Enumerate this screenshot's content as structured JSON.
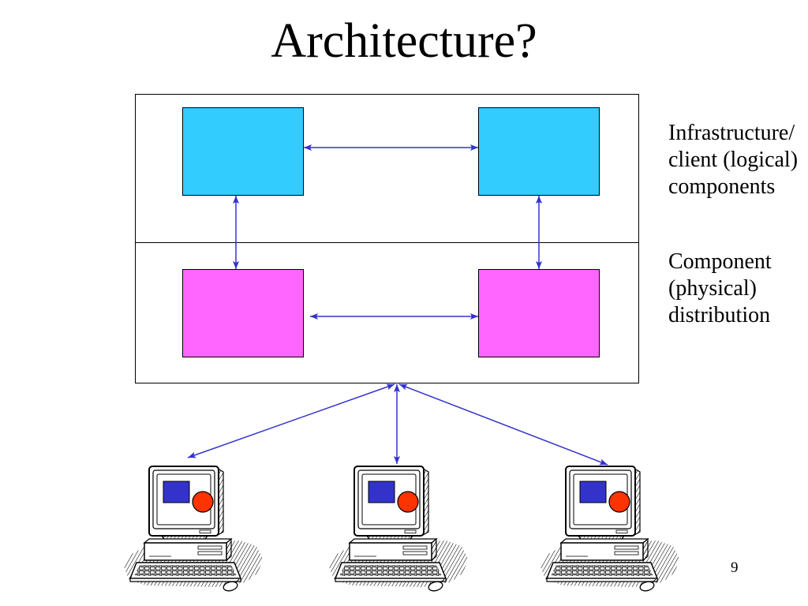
{
  "slide": {
    "title": "Architecture?",
    "page_number": "9"
  },
  "labels": {
    "logical": [
      "Infrastructure/",
      "client (logical)",
      "components"
    ],
    "physical": [
      "Component",
      "(physical)",
      "distribution"
    ]
  },
  "colors": {
    "logical_component": "#33CCFF",
    "physical_component": "#FF66FF",
    "connector": "#3333CC",
    "frame": "#000000",
    "screen_square": "#3333CC",
    "screen_circle": "#FF3300"
  },
  "client_icon": "desktop-computer-icon"
}
